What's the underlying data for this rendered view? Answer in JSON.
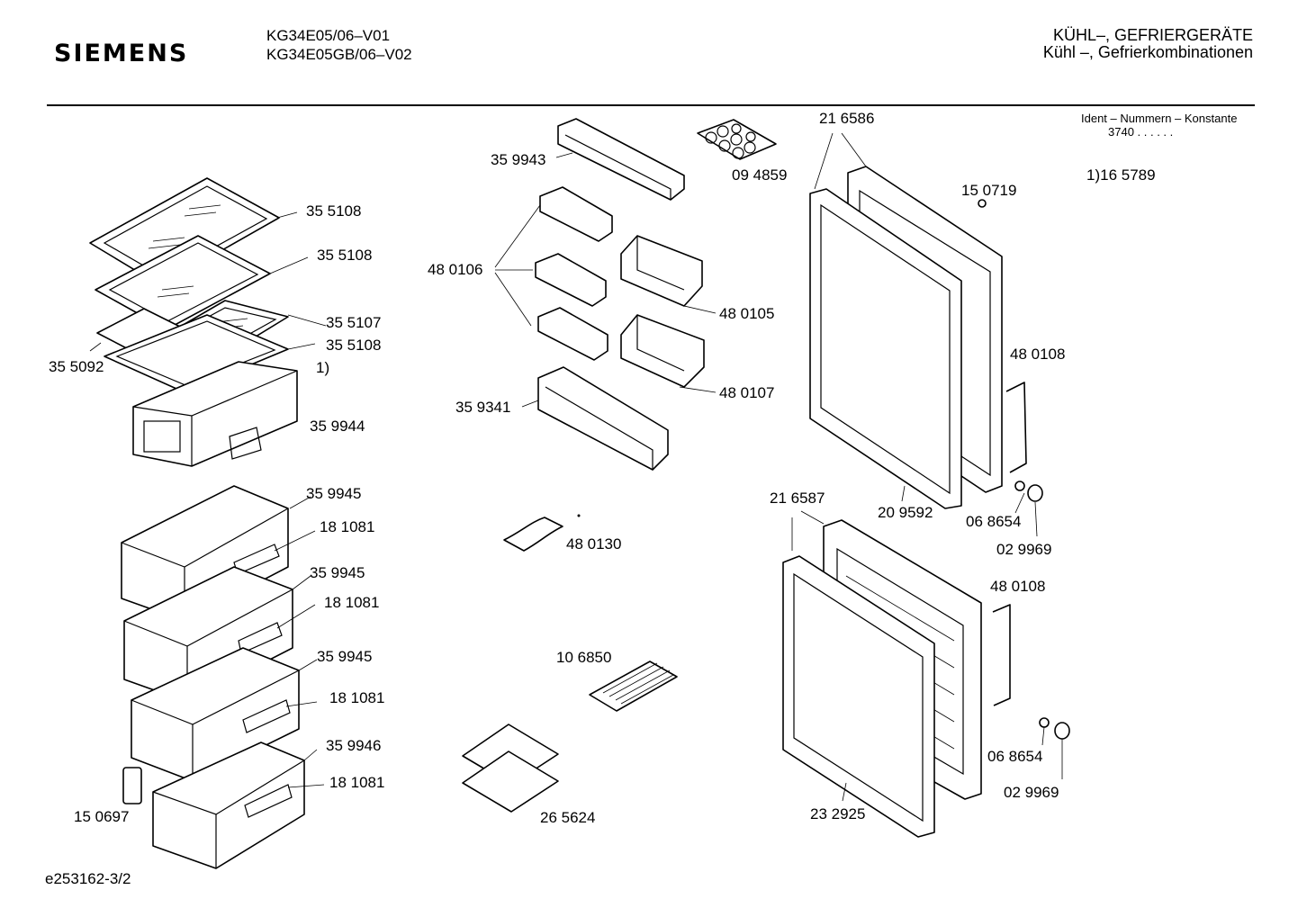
{
  "header": {
    "brand": "SIEMENS",
    "model_1": "KG34E05/06–V01",
    "model_2": "KG34E05GB/06–V02",
    "category_1": "KÜHL–, GEFRIERGERÄTE",
    "category_2": "Kühl –, Gefrierkombinationen"
  },
  "ident": {
    "title": "Ident – Nummern – Konstante",
    "value": "3740  .  .    .  .  .  .",
    "footnote": "1)16 5789"
  },
  "footer": {
    "drawing_id": "e253162-3/2"
  },
  "parts": {
    "shelf_top": "35 5108",
    "shelf_2": "35 5108",
    "shelf_3": "35 5107",
    "shelf_4": "35 5108",
    "shelf_left": "35 5092",
    "footnote_marker": "1)",
    "crisper_lid": "35 9944",
    "drawer_1": "35 9945",
    "drawer_1_handle": "18 1081",
    "drawer_2": "35 9945",
    "drawer_2_handle": "18 1081",
    "drawer_3": "35 9945",
    "drawer_3_handle": "18 1081",
    "drawer_4": "35 9946",
    "drawer_4_handle": "18 1081",
    "clip": "15 0697",
    "bottle_shelf": "35 9943",
    "egg_tray": "09 4859",
    "door_bins_small": "48 0106",
    "door_bins_a": "48 0105",
    "door_bins_b": "48 0107",
    "door_shelf_large": "35 9341",
    "flap": "48 0130",
    "ice_tray": "10 6850",
    "cold_packs": "26 5624",
    "fridge_door": "21 6586",
    "cap_top": "15 0719",
    "handle_upper": "48 0108",
    "door_gasket_upper": "20 9592",
    "hinge_screw_upper": "06 8654",
    "cap_upper": "02 9969",
    "freezer_door": "21 6587",
    "handle_lower": "48 0108",
    "hinge_screw_lower": "06 8654",
    "cap_lower": "02 9969",
    "door_gasket_lower": "23 2925"
  }
}
